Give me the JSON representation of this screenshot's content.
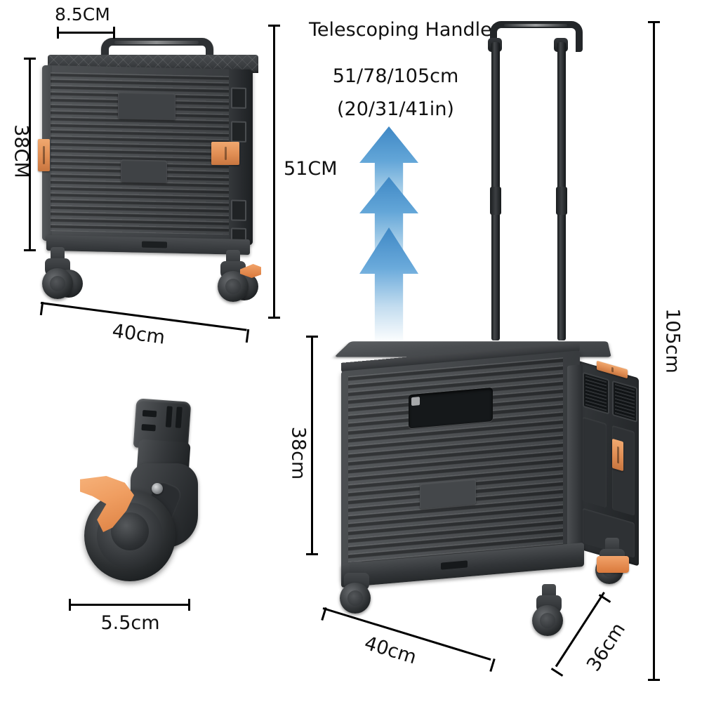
{
  "diagram": {
    "title_block": {
      "line1": "Telescoping Handle",
      "line2": "51/78/105cm",
      "line3": "(20/31/41in)"
    },
    "colors": {
      "body_black": "#3a3d40",
      "latch_orange": "#e8955a",
      "arrow_blue": "#3f88c5",
      "dimension_line": "#000000",
      "background": "#ffffff"
    },
    "measurements": {
      "folded_handle_width": "8.5CM",
      "folded_body_height": "38CM",
      "folded_total_height": "51CM",
      "folded_width": "40cm",
      "caster_diameter": "5.5cm",
      "cart_body_height": "38cm",
      "cart_width": "40cm",
      "cart_depth": "36cm",
      "cart_total_height": "105cm"
    },
    "views": {
      "folded_cart": "folded-collapsed-cart-view",
      "caster_closeup": "caster-wheel-closeup-view",
      "main_cart": "assembled-cart-with-handle-view",
      "arrows": "telescoping-extension-arrows"
    },
    "arrow_count": 3
  }
}
